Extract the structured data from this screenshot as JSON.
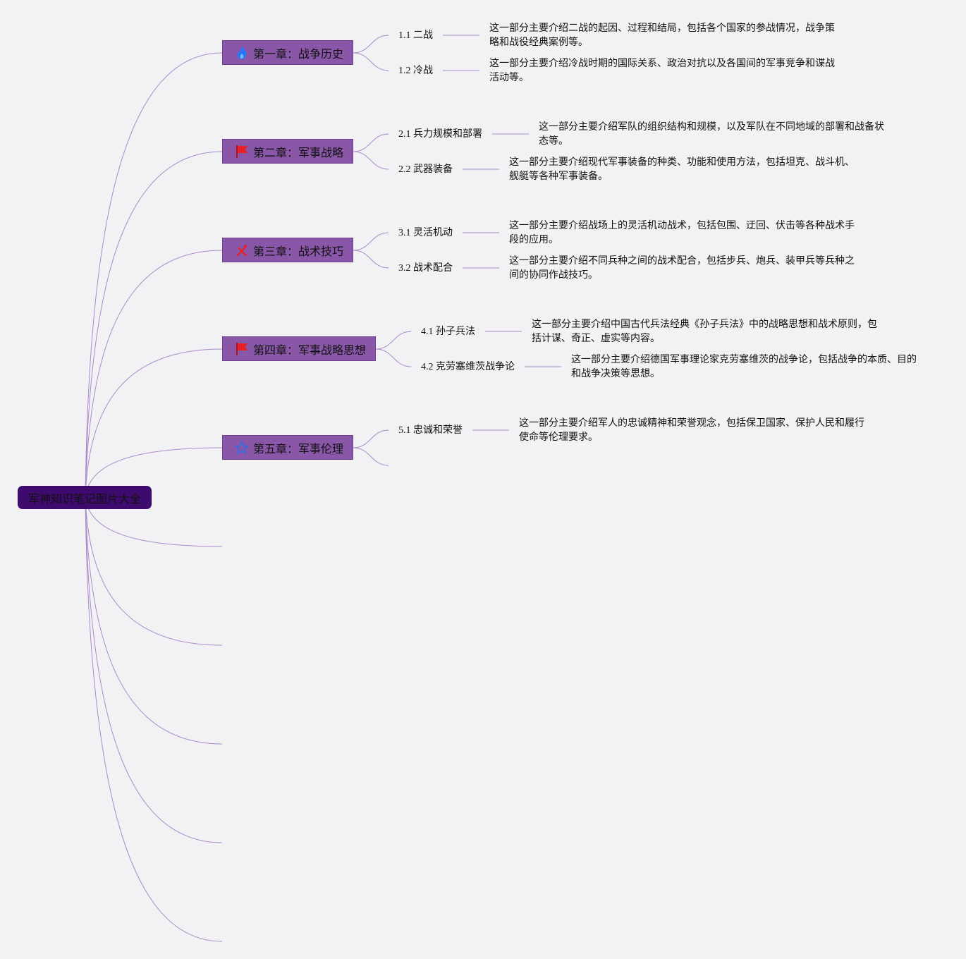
{
  "root": {
    "label": "军神知识笔记图片大全"
  },
  "chapters": [
    {
      "label": "第一章：战争历史",
      "icon": "fire-icon",
      "icon_color": "#1e78ff",
      "subs": [
        {
          "label": "1.1 二战",
          "desc": "这一部分主要介绍二战的起因、过程和结局，包括各个国家的参战情况，战争策略和战役经典案例等。"
        },
        {
          "label": "1.2 冷战",
          "desc": "这一部分主要介绍冷战时期的国际关系、政治对抗以及各国间的军事竞争和谍战活动等。"
        }
      ]
    },
    {
      "label": "第二章：军事战略",
      "icon": "red-flag-icon",
      "icon_color": "#e8202a",
      "subs": [
        {
          "label": "2.1 兵力规模和部署",
          "desc": "这一部分主要介绍军队的组织结构和规模，以及军队在不同地域的部署和战备状态等。"
        },
        {
          "label": "2.2 武器装备",
          "desc": "这一部分主要介绍现代军事装备的种类、功能和使用方法，包括坦克、战斗机、舰艇等各种军事装备。"
        }
      ]
    },
    {
      "label": "第三章：战术技巧",
      "icon": "crossed-tools-icon",
      "icon_color": "#e8202a",
      "subs": [
        {
          "label": "3.1 灵活机动",
          "desc": "这一部分主要介绍战场上的灵活机动战术，包括包围、迂回、伏击等各种战术手段的应用。"
        },
        {
          "label": "3.2 战术配合",
          "desc": "这一部分主要介绍不同兵种之间的战术配合，包括步兵、炮兵、装甲兵等兵种之间的协同作战技巧。"
        }
      ]
    },
    {
      "label": "第四章：军事战略思想",
      "icon": "red-flag-icon",
      "icon_color": "#e8202a",
      "subs": [
        {
          "label": "4.1 孙子兵法",
          "desc": "这一部分主要介绍中国古代兵法经典《孙子兵法》中的战略思想和战术原则，包括计谋、奇正、虚实等内容。"
        },
        {
          "label": "4.2 克劳塞维茨战争论",
          "desc": "这一部分主要介绍德国军事理论家克劳塞维茨的战争论，包括战争的本质、目的和战争决策等思想。"
        }
      ]
    },
    {
      "label": "第五章：军事伦理",
      "icon": "star-icon",
      "icon_color": "#2f6ee0",
      "subs": [
        {
          "label": "5.1 忠诚和荣誉",
          "desc": "这一部分主要介绍军人的忠诚精神和荣誉观念，包括保卫国家、保护人民和履行使命等伦理要求。"
        }
      ]
    }
  ],
  "colors": {
    "root_bg": "#3f0a6e",
    "chapter_bg": "#8a57a8",
    "link": "#a98bc9",
    "background": "#f2f1f4"
  }
}
